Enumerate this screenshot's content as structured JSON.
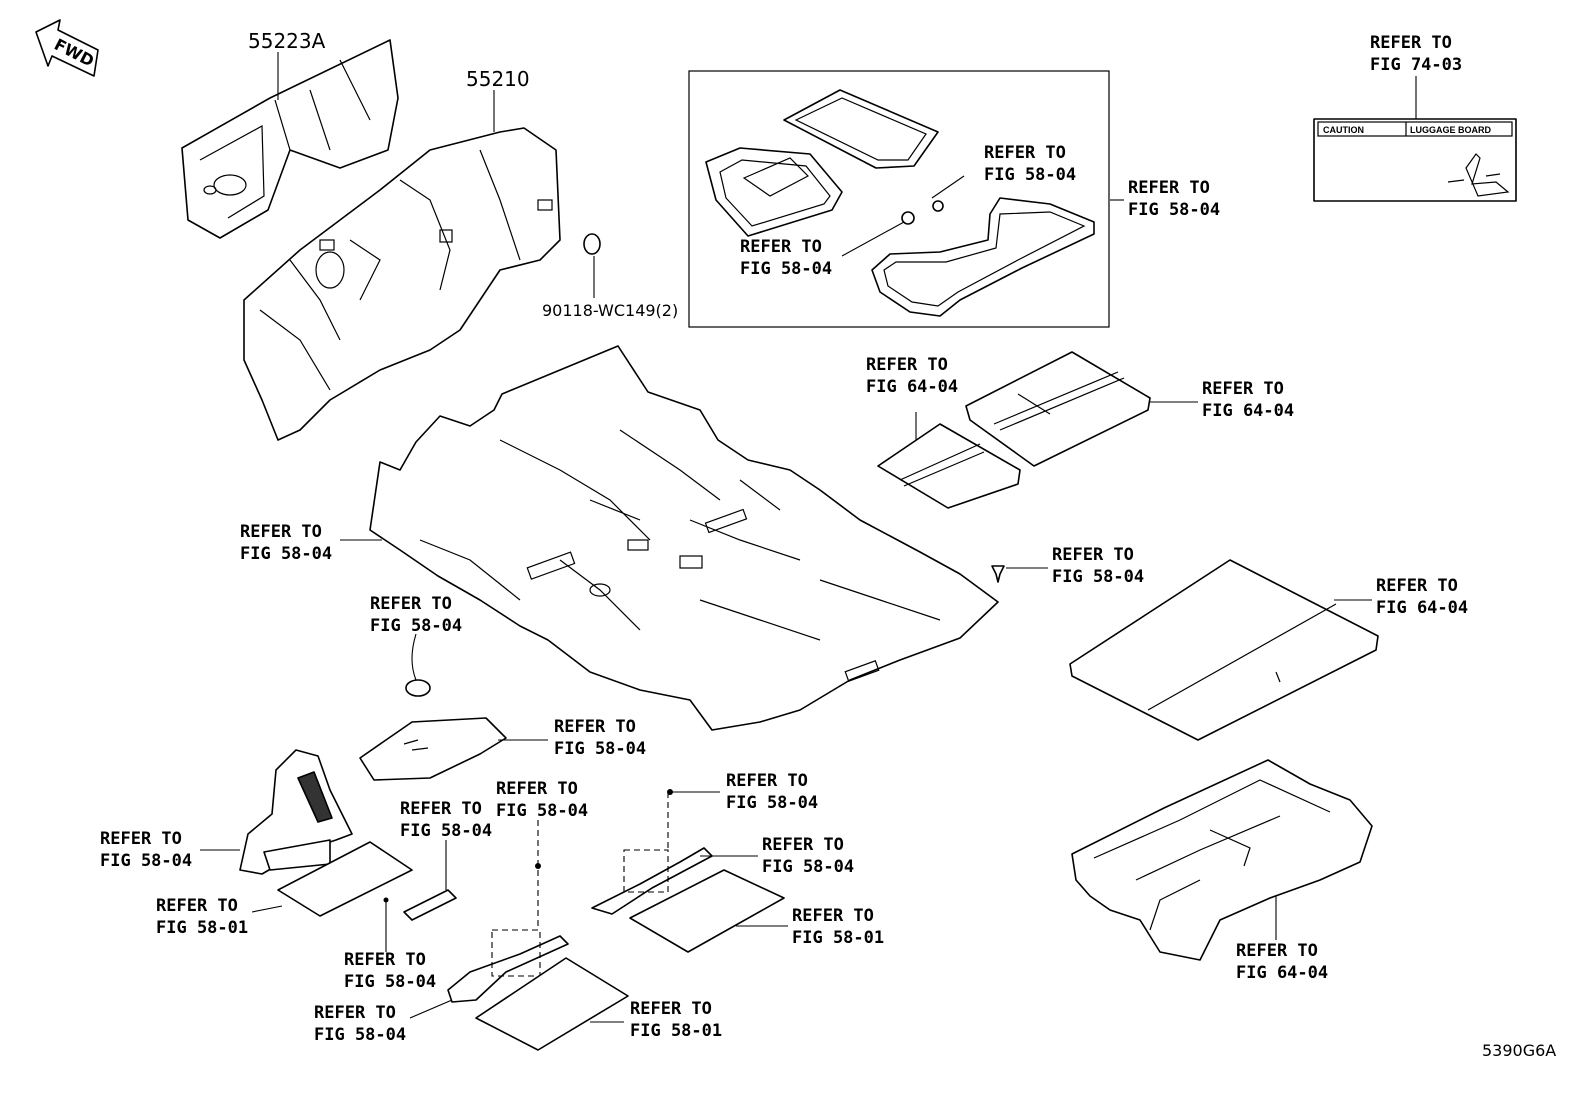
{
  "fwd": "FWD",
  "parts": {
    "p55223a": "55223A",
    "p55210": "55210",
    "p90118": "90118-WC149(2)"
  },
  "refs": [
    "REFER TO",
    "FIG 74-03",
    "REFER TO",
    "FIG 58-04",
    "REFER TO",
    "FIG 58-04",
    "REFER TO",
    "FIG 58-04",
    "REFER TO",
    "FIG 64-04",
    "REFER TO",
    "FIG 64-04",
    "REFER TO",
    "FIG 58-04",
    "REFER TO",
    "FIG 58-04",
    "REFER TO",
    "FIG 58-04",
    "REFER TO",
    "FIG 64-04",
    "REFER TO",
    "FIG 58-04",
    "REFER TO",
    "FIG 58-04",
    "REFER TO",
    "FIG 58-04",
    "REFER TO",
    "FIG 58-04",
    "REFER TO",
    "FIG 58-04",
    "REFER TO",
    "FIG 58-04",
    "REFER TO",
    "FIG 58-01",
    "REFER TO",
    "FIG 58-01",
    "REFER TO",
    "FIG 58-04",
    "REFER TO",
    "FIG 58-04",
    "REFER TO",
    "FIG 58-01",
    "REFER TO",
    "FIG 64-04"
  ],
  "caution_label": {
    "left": "CAUTION",
    "right": "LUGGAGE BOARD"
  },
  "figure_code": "5390G6A"
}
